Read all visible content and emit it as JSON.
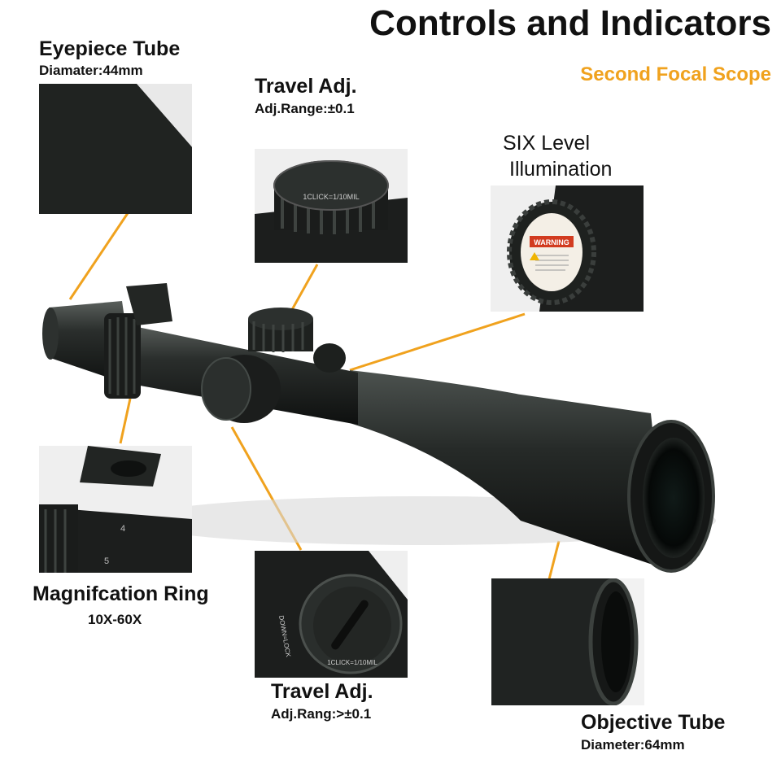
{
  "header": {
    "title": "Controls and Indicators",
    "subtitle": "Second Focal Scope"
  },
  "callouts": {
    "eyepiece": {
      "title": "Eyepiece Tube",
      "detail": "Diamater:44mm"
    },
    "travel_top": {
      "title": "Travel Adj.",
      "detail": "Adj.Range:±0.1"
    },
    "illumination": {
      "title_line1": "SIX Level",
      "title_line2": "Illumination"
    },
    "magnification": {
      "title": "Magnifcation Ring",
      "detail": "10X-60X"
    },
    "travel_bottom": {
      "title": "Travel Adj.",
      "detail": "Adj.Rang:>±0.1"
    },
    "objective": {
      "title": "Objective Tube",
      "detail": "Diameter:64mm"
    }
  },
  "photo_text": {
    "warning_label": "WARNING",
    "turret_top_click": "1CLICK=1/10MIL",
    "turret_side_click": "1CLICK=1/10MIL",
    "turret_side_lock": "DOWN=LOCK",
    "mag_ring_4": "4",
    "mag_ring_5": "5"
  },
  "colors": {
    "accent": "#f0a21e",
    "scope_body": "#1c1f1d",
    "text": "#111111"
  }
}
